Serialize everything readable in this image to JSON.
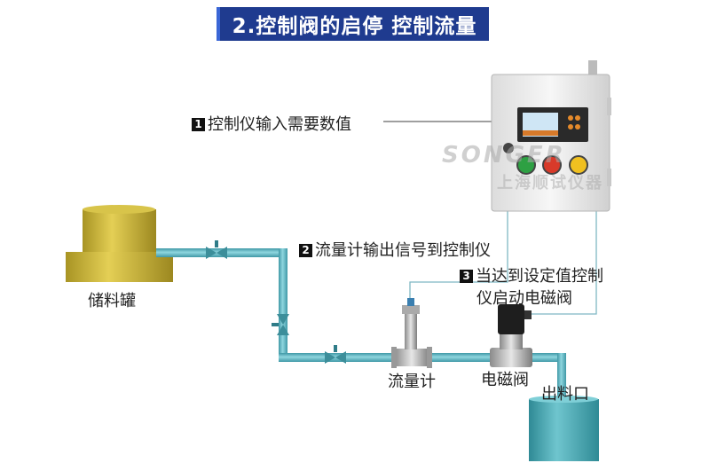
{
  "title": "2.控制阀的启停 控制流量",
  "callouts": [
    {
      "num": "1",
      "text": "控制仪输入需要数值"
    },
    {
      "num": "2",
      "text": "流量计输出信号到控制仪"
    },
    {
      "num": "3",
      "text": "当达到设定值控制",
      "text2": "仪启动电磁阀"
    }
  ],
  "components": {
    "tank": "储料罐",
    "flowmeter": "流量计",
    "solenoid": "电磁阀",
    "outlet": "出料口"
  },
  "watermark": {
    "line1": "SONGER",
    "line2": "上海顺试仪器"
  },
  "colors": {
    "banner": "#1f3b8f",
    "pipe": "#5ab5c2",
    "tank_yellow": "#c9b23a",
    "outlet_tank": "#4aa6b0",
    "cabinet": "#f2f2f2",
    "btn_green": "#2ea043",
    "btn_red": "#d83a2a",
    "btn_yellow": "#f0c020"
  }
}
